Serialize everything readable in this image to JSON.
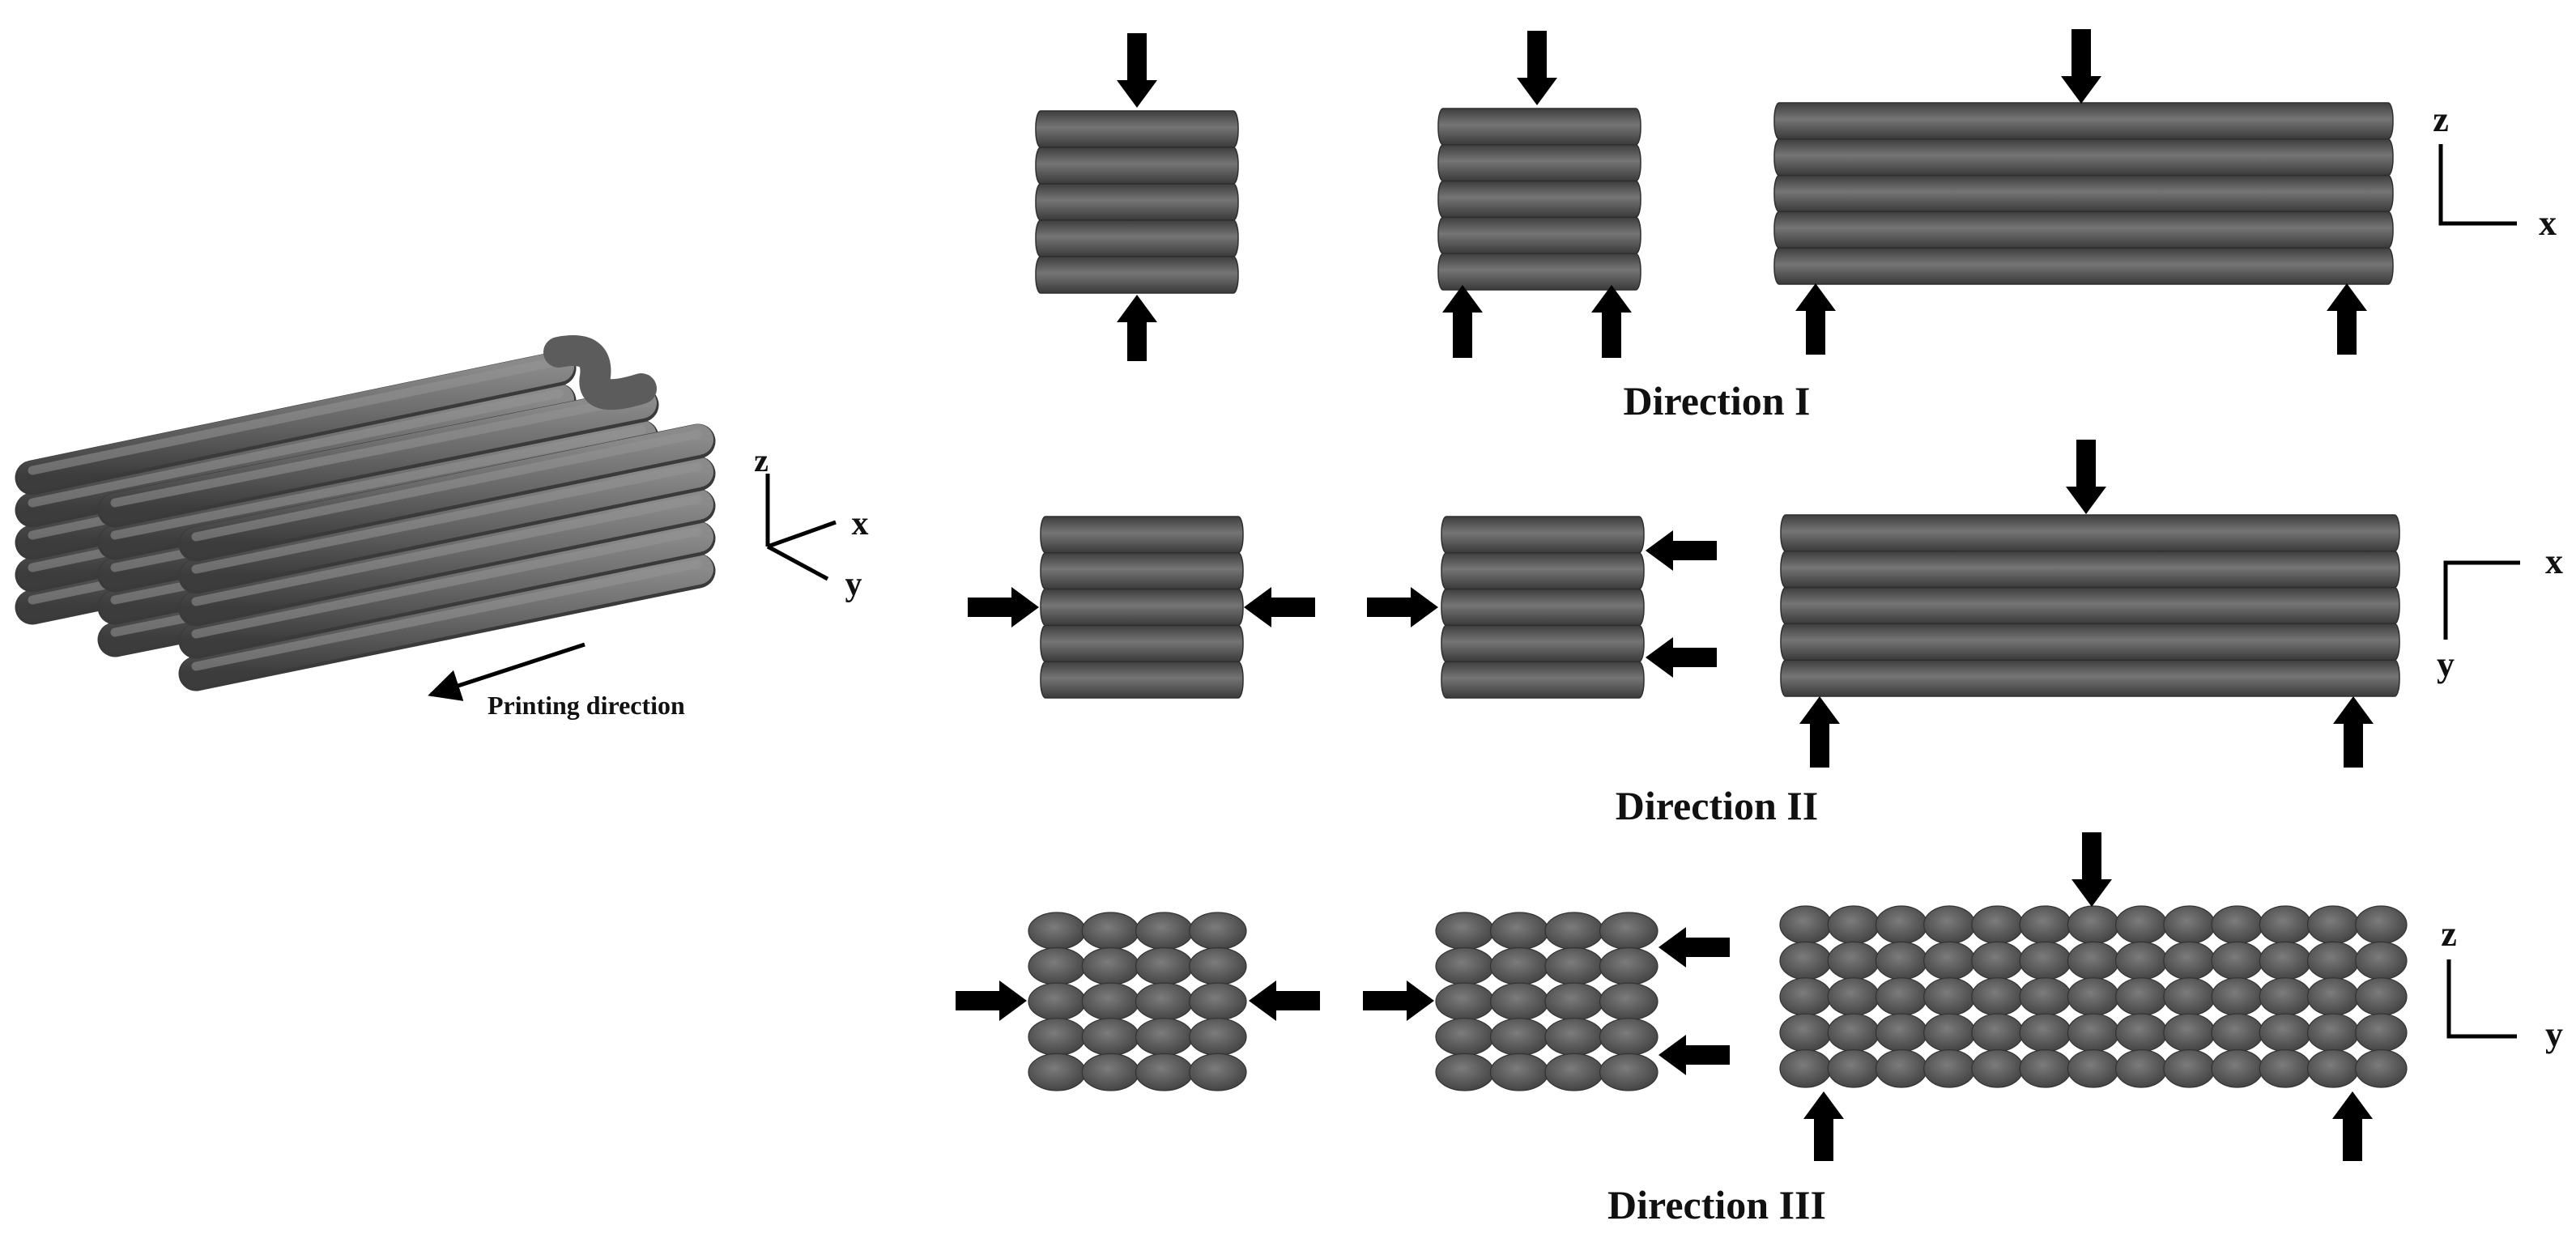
{
  "isometric_view": {
    "axes": {
      "z": "z",
      "x": "x",
      "y": "y"
    },
    "printing_direction_label": "Printing direction"
  },
  "rows": [
    {
      "label": "Direction I",
      "axes": {
        "vertical": "z",
        "horizontal": "x"
      }
    },
    {
      "label": "Direction II",
      "axes": {
        "vertical": "y",
        "horizontal": "x"
      }
    },
    {
      "label": "Direction III",
      "axes": {
        "vertical": "z",
        "horizontal": "y"
      }
    }
  ],
  "colors": {
    "filament_dark": "#3f3f3f",
    "filament_mid": "#6e6e6e",
    "filament_light": "#8a8a8a",
    "arrow": "#000000",
    "text": "#111111"
  }
}
